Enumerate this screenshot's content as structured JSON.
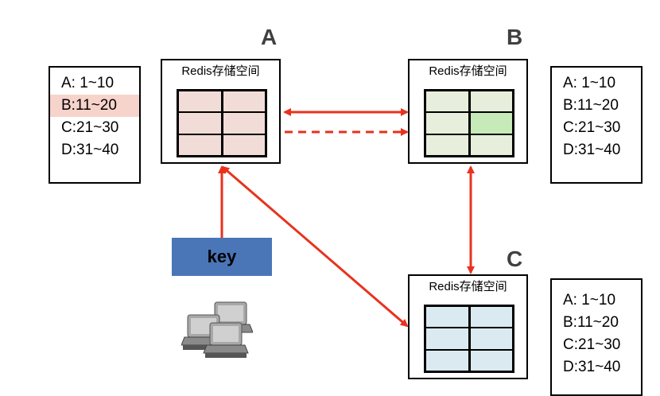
{
  "nodes": [
    {
      "id": "A",
      "letter": "A",
      "storage_title": "Redis存储空间",
      "cell_color": "#f2dcd7",
      "highlight_cell_color": "#f2dcd7",
      "ranges": [
        "A:  1~10",
        "B:11~20",
        "C:21~30",
        "D:31~40"
      ],
      "highlighted_range_index": 1
    },
    {
      "id": "B",
      "letter": "B",
      "storage_title": "Redis存储空间",
      "cell_color": "#e7eedb",
      "highlight_cell_color": "#c6eab8",
      "ranges": [
        "A:  1~10",
        "B:11~20",
        "C:21~30",
        "D:31~40"
      ],
      "highlighted_range_index": -1
    },
    {
      "id": "C",
      "letter": "C",
      "storage_title": "Redis存储空间",
      "cell_color": "#daeaf0",
      "highlight_cell_color": "#daeaf0",
      "ranges": [
        "A:  1~10",
        "B:11~20",
        "C:21~30",
        "D:31~40"
      ],
      "highlighted_range_index": -1
    }
  ],
  "key_label": "key",
  "colors": {
    "arrow": "#e8321e",
    "key_fill": "#4a76b8",
    "range_highlight": "#f6d3cb"
  },
  "icons": [
    "computer-cluster-icon"
  ]
}
